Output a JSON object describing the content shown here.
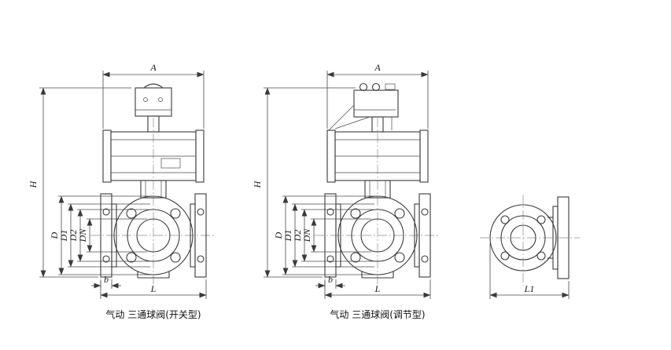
{
  "dims": {
    "a": "A",
    "h": "H",
    "d": "D",
    "d1": "D1",
    "d2": "D2",
    "dn": "DN",
    "b": "b",
    "l": "L",
    "l1": "L1"
  },
  "captions": {
    "switch_type": "气动 三通球阀(开关型)",
    "regulating_type": "气动 三通球阀(调节型)"
  }
}
